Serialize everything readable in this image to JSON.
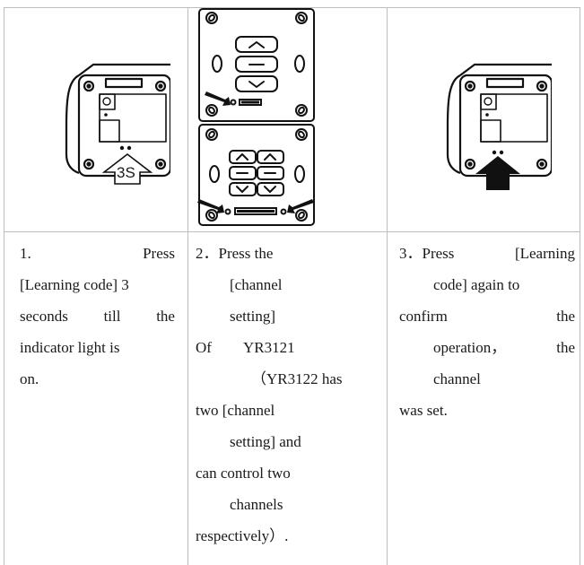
{
  "steps": [
    {
      "badge": "3S",
      "lines": [
        "1.",
        "Press",
        "[Learning code] 3",
        "seconds",
        "till",
        "the",
        "indicator light is",
        "on."
      ]
    },
    {
      "lines": [
        "2．Press the",
        "[channel",
        "setting]",
        "Of",
        "YR3121",
        "（YR3122 has",
        "two [channel",
        "setting] and",
        "can control two",
        "channels",
        "respectively）."
      ]
    },
    {
      "lines": [
        "3．Press",
        "[Learning",
        "code] again to",
        "confirm",
        "the",
        "operation，",
        "the",
        "channel",
        "was set."
      ]
    }
  ]
}
